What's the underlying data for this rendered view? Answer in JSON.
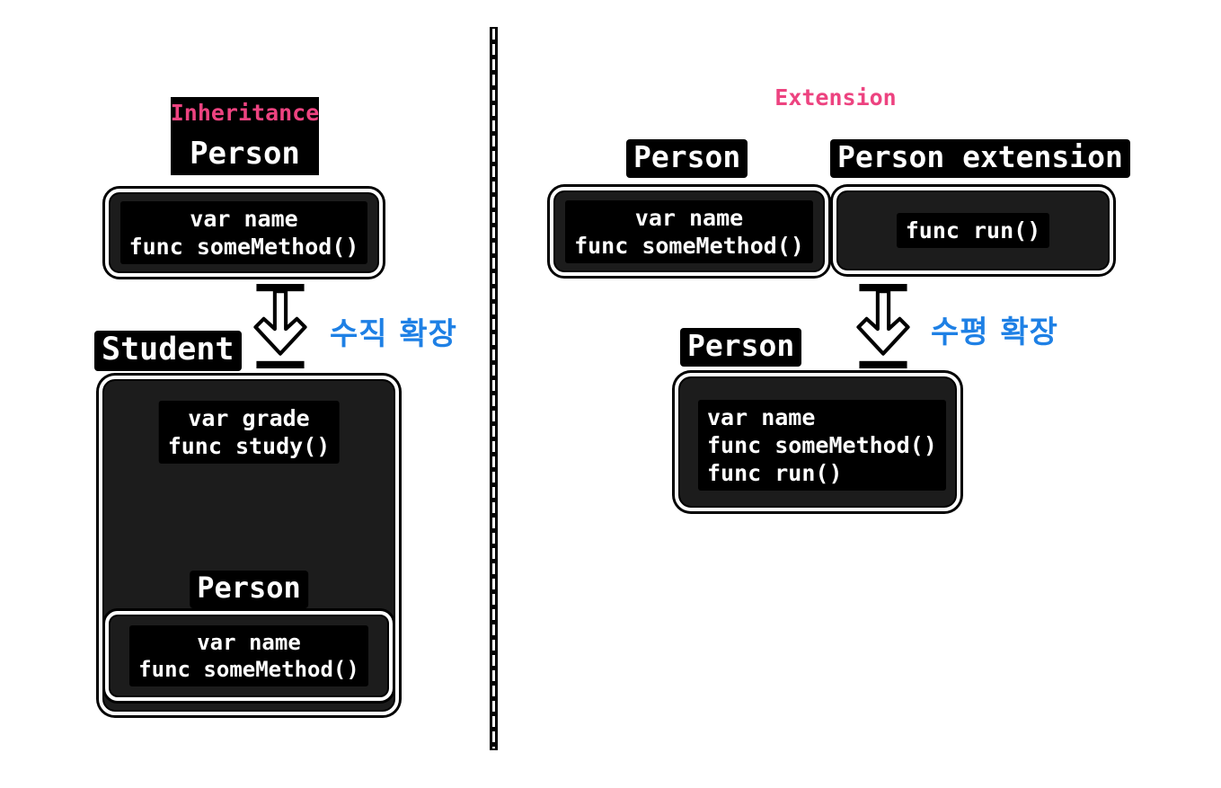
{
  "diagram": {
    "left": {
      "title": "Inheritance",
      "header_class": "Person",
      "base_box_lines": [
        "var name",
        "func someMethod()"
      ],
      "subclass_label": "Student",
      "arrow_caption": "수직 확장",
      "subclass_box": {
        "own_lines": [
          "var grade",
          "func study()"
        ],
        "inherited_label": "Person",
        "inherited_lines": [
          "var name",
          "func someMethod()"
        ]
      }
    },
    "right": {
      "title": "Extension",
      "base_label": "Person",
      "base_box_lines": [
        "var name",
        "func someMethod()"
      ],
      "extension_label": "Person extension",
      "extension_box_lines": [
        "func run()"
      ],
      "result_label": "Person",
      "arrow_caption": "수평 확장",
      "result_box_lines": [
        "var name",
        "func someMethod()",
        "func run()"
      ]
    },
    "colors": {
      "accent_pink": "#ED4380",
      "accent_blue": "#1E80E5",
      "box_fill": "#1c1c1c",
      "label_bg": "#000000",
      "text": "#ffffff"
    }
  }
}
